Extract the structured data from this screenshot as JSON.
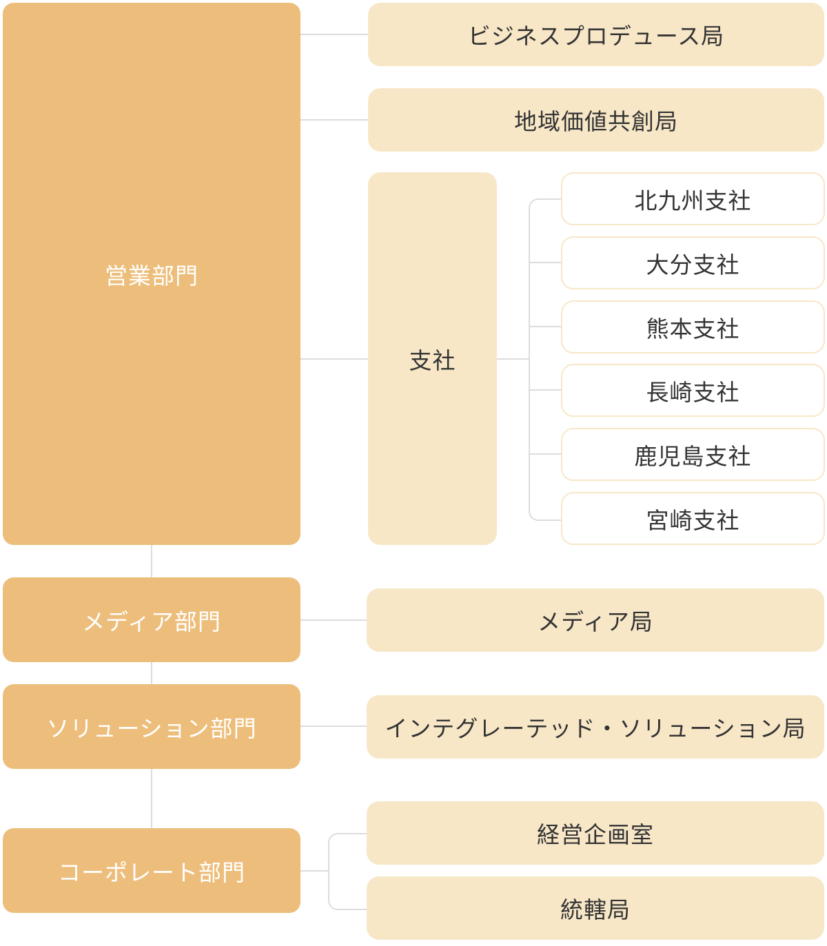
{
  "colors": {
    "department_fill": "#edbe7b",
    "bureau_fill": "#f7e7c7",
    "branch_border": "#f7e7c7",
    "connector": "#dcdcdc",
    "department_text": "#ffffff",
    "bureau_text": "#333333"
  },
  "departments": {
    "sales": "営業部門",
    "media": "メディア部門",
    "solution": "ソリューション部門",
    "corporate": "コーポレート部門"
  },
  "bureaus": {
    "business_produce": "ビジネスプロデュース局",
    "regional_value": "地域価値共創局",
    "branch_office": "支社",
    "media": "メディア局",
    "integrated_solution": "インテグレーテッド・ソリューション局",
    "corporate_planning": "経営企画室",
    "general_affairs": "統轄局"
  },
  "branches": {
    "kitakyushu": "北九州支社",
    "oita": "大分支社",
    "kumamoto": "熊本支社",
    "nagasaki": "長崎支社",
    "kagoshima": "鹿児島支社",
    "miyazaki": "宮崎支社"
  }
}
